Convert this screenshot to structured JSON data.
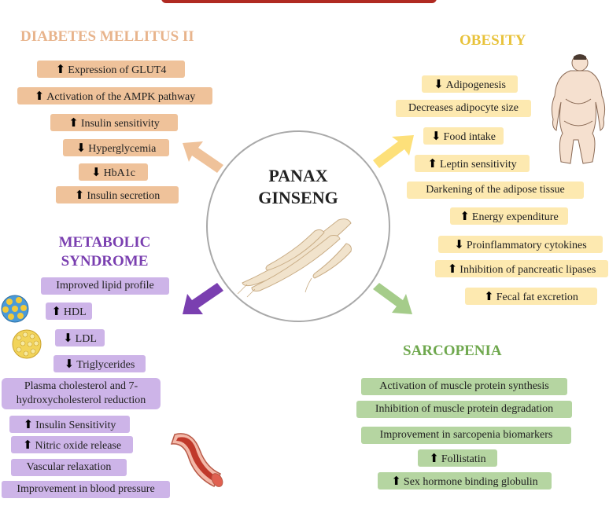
{
  "center": {
    "line1": "PANAX",
    "line2": "GINSENG"
  },
  "sections": {
    "diabetes": {
      "title": "DIABETES MELLITUS II",
      "color": "#efc29a",
      "title_color": "#e8b48c",
      "items": [
        {
          "arrow": "up",
          "text": "Expression of GLUT4"
        },
        {
          "arrow": "up",
          "text": "Activation of the AMPK pathway"
        },
        {
          "arrow": "up",
          "text": "Insulin sensitivity"
        },
        {
          "arrow": "down",
          "text": "Hyperglycemia"
        },
        {
          "arrow": "down",
          "text": "HbA1c"
        },
        {
          "arrow": "up",
          "text": "Insulin secretion"
        }
      ]
    },
    "obesity": {
      "title": "OBESITY",
      "color": "#fde9b0",
      "title_color": "#e8c23a",
      "items": [
        {
          "arrow": "down",
          "text": "Adipogenesis"
        },
        {
          "arrow": "none",
          "text": "Decreases adipocyte size"
        },
        {
          "arrow": "down",
          "text": "Food intake"
        },
        {
          "arrow": "up",
          "text": "Leptin sensitivity"
        },
        {
          "arrow": "none",
          "text": "Darkening of the adipose tissue"
        },
        {
          "arrow": "up",
          "text": "Energy expenditure"
        },
        {
          "arrow": "down",
          "text": "Proinflammatory cytokines"
        },
        {
          "arrow": "up",
          "text": "Inhibition of pancreatic lipases"
        },
        {
          "arrow": "up",
          "text": "Fecal fat excretion"
        }
      ]
    },
    "metabolic": {
      "title_line1": "METABOLIC",
      "title_line2": "SYNDROME",
      "color": "#cdb4e8",
      "title_color": "#7a3fb0",
      "items": [
        {
          "arrow": "none",
          "text": "Improved lipid profile"
        },
        {
          "arrow": "up",
          "text": "HDL"
        },
        {
          "arrow": "down",
          "text": "LDL"
        },
        {
          "arrow": "down",
          "text": "Triglycerides"
        },
        {
          "arrow": "none",
          "text": "Plasma cholesterol and 7-hydroxycholesterol reduction"
        },
        {
          "arrow": "up",
          "text": "Insulin Sensitivity"
        },
        {
          "arrow": "up",
          "text": "Nitric oxide release"
        },
        {
          "arrow": "none",
          "text": "Vascular relaxation"
        },
        {
          "arrow": "none",
          "text": "Improvement in blood pressure"
        }
      ]
    },
    "sarcopenia": {
      "title": "SARCOPENIA",
      "color": "#b5d5a1",
      "title_color": "#6fa84e",
      "items": [
        {
          "arrow": "none",
          "text": "Activation of muscle protein synthesis"
        },
        {
          "arrow": "none",
          "text": "Inhibition of muscle protein degradation"
        },
        {
          "arrow": "none",
          "text": "Improvement in sarcopenia biomarkers"
        },
        {
          "arrow": "up",
          "text": "Follistatin"
        },
        {
          "arrow": "up",
          "text": "Sex hormone binding globulin"
        }
      ]
    }
  },
  "icons": {
    "arrow_up": "⬆",
    "arrow_down": "⬇",
    "human_figure": "obese-person-icon",
    "lipoprotein_hdl": "hdl-particle-icon",
    "lipoprotein_ldl": "ldl-particle-icon",
    "blood_vessel": "blood-vessel-icon",
    "ginseng_root": "ginseng-root-icon"
  }
}
